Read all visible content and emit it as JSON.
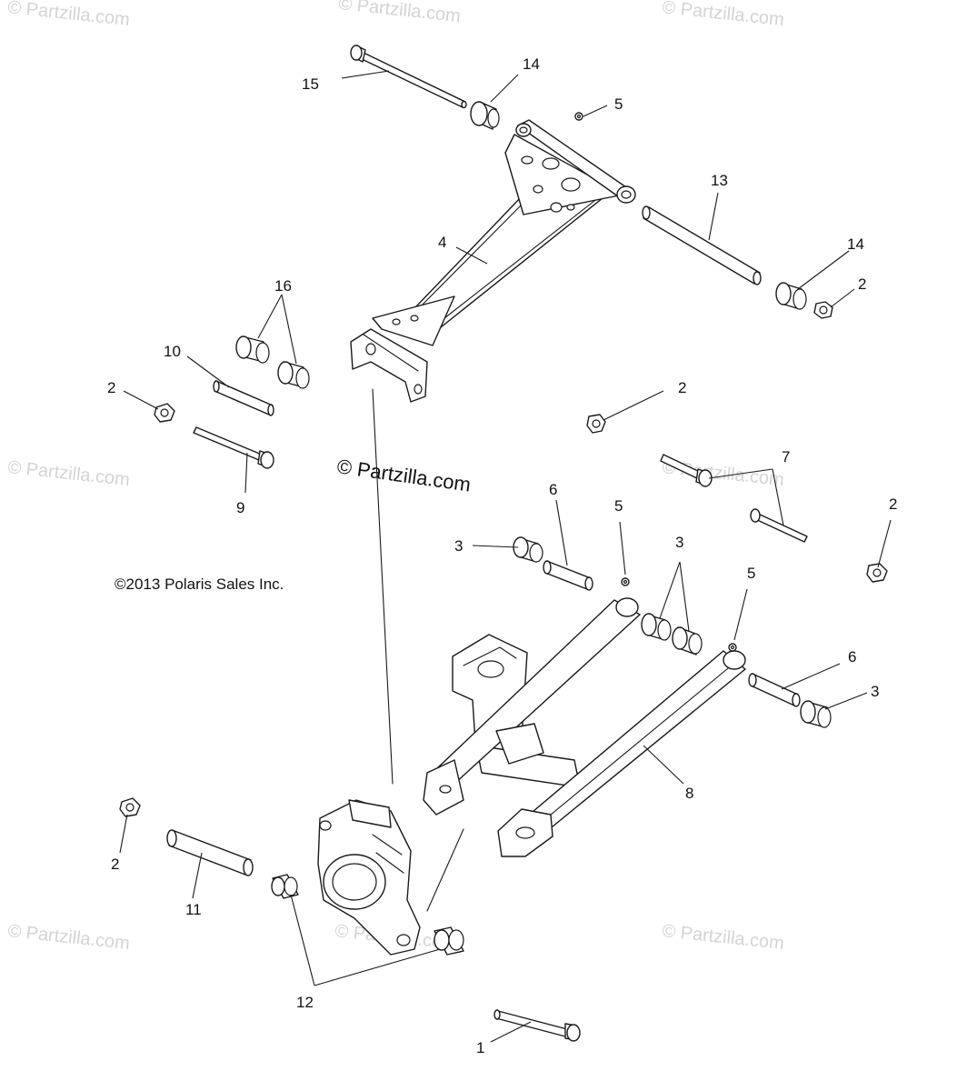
{
  "copyright": "©2013 Polaris Sales Inc.",
  "watermark": "© Partzilla.com",
  "center_watermark": "© Partzilla.com",
  "callouts": [
    {
      "id": "c15",
      "label": "15"
    },
    {
      "id": "c14a",
      "label": "14"
    },
    {
      "id": "c5a",
      "label": "5"
    },
    {
      "id": "c13",
      "label": "13"
    },
    {
      "id": "c4",
      "label": "4"
    },
    {
      "id": "c14b",
      "label": "14"
    },
    {
      "id": "c2a",
      "label": "2"
    },
    {
      "id": "c16",
      "label": "16"
    },
    {
      "id": "c10",
      "label": "10"
    },
    {
      "id": "c2b",
      "label": "2"
    },
    {
      "id": "c2c",
      "label": "2"
    },
    {
      "id": "c9",
      "label": "9"
    },
    {
      "id": "c7",
      "label": "7"
    },
    {
      "id": "c2d",
      "label": "2"
    },
    {
      "id": "c6a",
      "label": "6"
    },
    {
      "id": "c5b",
      "label": "5"
    },
    {
      "id": "c3a",
      "label": "3"
    },
    {
      "id": "c3b",
      "label": "3"
    },
    {
      "id": "c5c",
      "label": "5"
    },
    {
      "id": "c6b",
      "label": "6"
    },
    {
      "id": "c3c",
      "label": "3"
    },
    {
      "id": "c8",
      "label": "8"
    },
    {
      "id": "c2e",
      "label": "2"
    },
    {
      "id": "c11",
      "label": "11"
    },
    {
      "id": "c12",
      "label": "12"
    },
    {
      "id": "c1",
      "label": "1"
    }
  ]
}
